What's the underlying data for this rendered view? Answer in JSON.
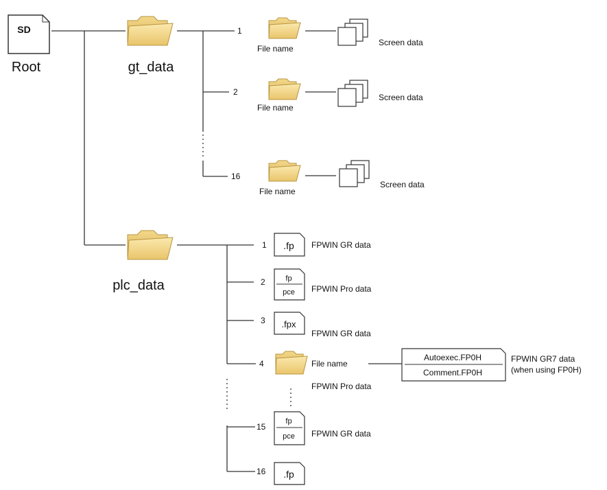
{
  "root": {
    "card_text": "SD",
    "label": "Root"
  },
  "gt_data": {
    "label": "gt_data",
    "entries": [
      {
        "number": "1",
        "folder_label": "File name",
        "data_label": "Screen data"
      },
      {
        "number": "2",
        "folder_label": "File name",
        "data_label": "Screen data"
      },
      {
        "number": "16",
        "folder_label": "File name",
        "data_label": "Screen data"
      }
    ]
  },
  "plc_data": {
    "label": "plc_data",
    "entries": [
      {
        "number": "1",
        "file_ext": ".fp",
        "desc": "FPWIN GR data"
      },
      {
        "number": "2",
        "file_ext_top": "fp",
        "file_ext_bottom": "pce",
        "desc": "FPWIN Pro data"
      },
      {
        "number": "3",
        "file_ext": ".fpx",
        "desc": "FPWIN GR data"
      },
      {
        "number": "4",
        "folder_label": "File name",
        "desc": "FPWIN Pro data",
        "box_line1": "Autoexec.FP0H",
        "box_line2": "Comment.FP0H",
        "box_desc1": "FPWIN GR7 data",
        "box_desc2": "(when using FP0H)"
      },
      {
        "number": "15",
        "file_ext_top": "fp",
        "file_ext_bottom": "pce",
        "desc": "FPWIN GR data"
      },
      {
        "number": "16",
        "file_ext": ".fp"
      }
    ]
  }
}
